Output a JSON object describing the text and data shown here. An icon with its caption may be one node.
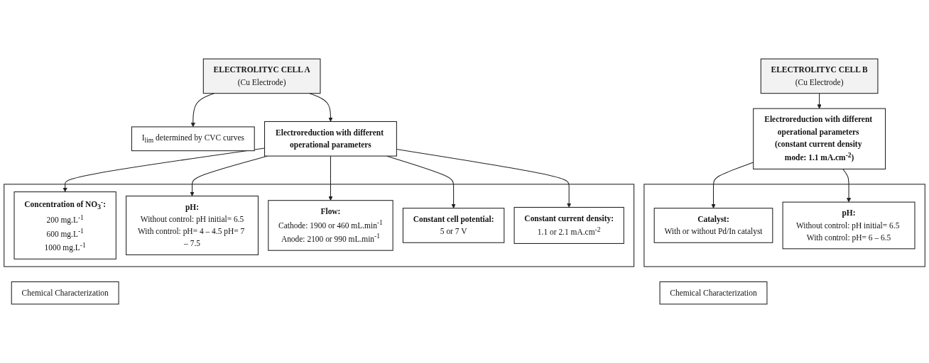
{
  "diagram": {
    "nodes": [
      {
        "text": [
          "I$_{lim}$ determined by CVC curves"
        ]
      },
      {
        "text": [
          "ELECTROLITYC CELL A",
          "(Cu Electrode)"
        ]
      },
      {
        "text": [
          "Electroreduction with different operational parameters"
        ]
      },
      {
        "text": [],
        "shape": "box"
      },
      {
        "text": [
          "Concentration of NO$_{3}$$^{-}$:",
          "200 mg.L$^{-1}$",
          "600 mg.L$^{-1}$",
          "1000 mg.L$^{-1}$"
        ],
        "in": 3
      },
      {
        "text": [
          "pH:",
          "Without control: pH initial= 6.5",
          "With control: pH= 4 – 4.5 pH= 7 – 7.5"
        ],
        "in": 3
      },
      {
        "text": [
          "Flow:",
          "Cathode: 1900 or 460 mL.min$^{-1}$",
          "Anode: 2100 or 990 mL.min$^{-1}$"
        ],
        "in": 3
      },
      {
        "text": [
          "Constant cell potential:",
          "5 or 7 V"
        ],
        "in": 3
      },
      {
        "text": [
          "Constant current density:",
          "1.1 or 2.1 mA.cm$^{-2}$"
        ],
        "in": 3
      },
      {
        "text": [
          "Chemical Characterization"
        ]
      },
      {
        "text": [
          "ELECTROLITYC CELL B",
          "(Cu Electrode)"
        ]
      },
      {
        "text": [
          "Electroreduction with different operational parameters (constant current density mode: 1.1 mA.cm$^{-2}$)"
        ]
      },
      {
        "text": [],
        "shape": "box"
      },
      {
        "text": [
          "Catalyst:",
          "With or without Pd/In catalyst"
        ],
        "in": 12
      },
      {
        "text": [
          "pH:",
          "Without control: pH initial= 6.5 With control: pH= 6 – 6.5"
        ],
        "in": 12
      },
      {
        "text": [
          "Chemical Characterization"
        ]
      }
    ],
    "edges": [
      {
        "from": 1,
        "to": 0,
        "arrow": "to"
      },
      {
        "from": 1,
        "to": 2,
        "arrow": "to"
      },
      {
        "from": 2,
        "to": 4,
        "arrow": "to"
      },
      {
        "from": 2,
        "to": 5,
        "arrow": "to"
      },
      {
        "from": 2,
        "to": 6,
        "arrow": "to"
      },
      {
        "from": 2,
        "to": 7,
        "arrow": "to"
      },
      {
        "from": 2,
        "to": 8,
        "arrow": "to"
      },
      {
        "from": 10,
        "to": 11,
        "arrow": "to"
      },
      {
        "from": 11,
        "to": 13,
        "arrow": "to"
      },
      {
        "from": 11,
        "to": 14,
        "arrow": "to"
      }
    ]
  }
}
